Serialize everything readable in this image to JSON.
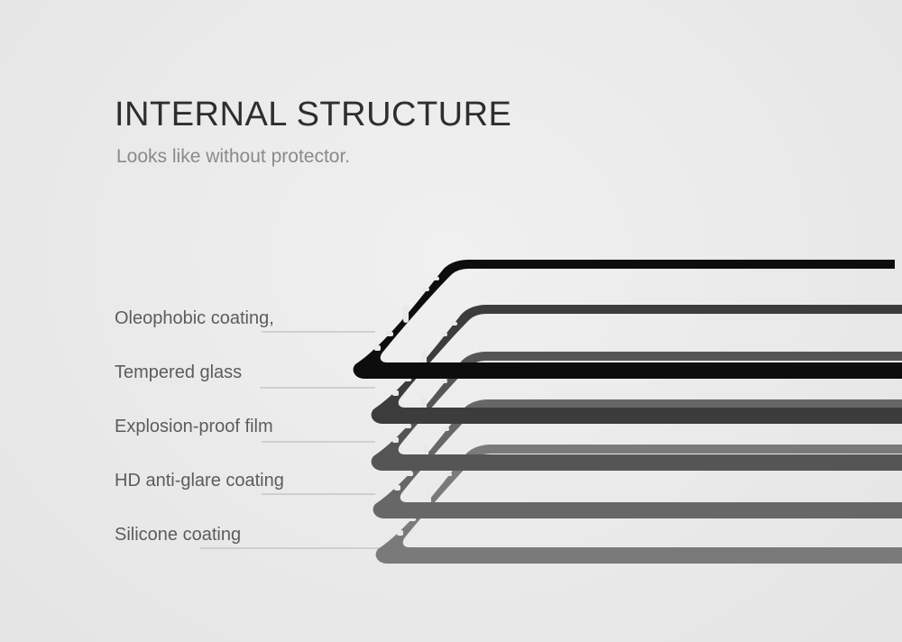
{
  "title": "INTERNAL STRUCTURE",
  "subtitle": "Looks like without protector.",
  "layers": [
    {
      "label": "Oleophobic coating,",
      "color": "#0d0d0d"
    },
    {
      "label": "Tempered glass",
      "color": "#3c3c3c"
    },
    {
      "label": "Explosion-proof film",
      "color": "#555555"
    },
    {
      "label": "HD anti-glare coating",
      "color": "#676767"
    },
    {
      "label": "Silicone coating",
      "color": "#7a7a7a"
    }
  ]
}
